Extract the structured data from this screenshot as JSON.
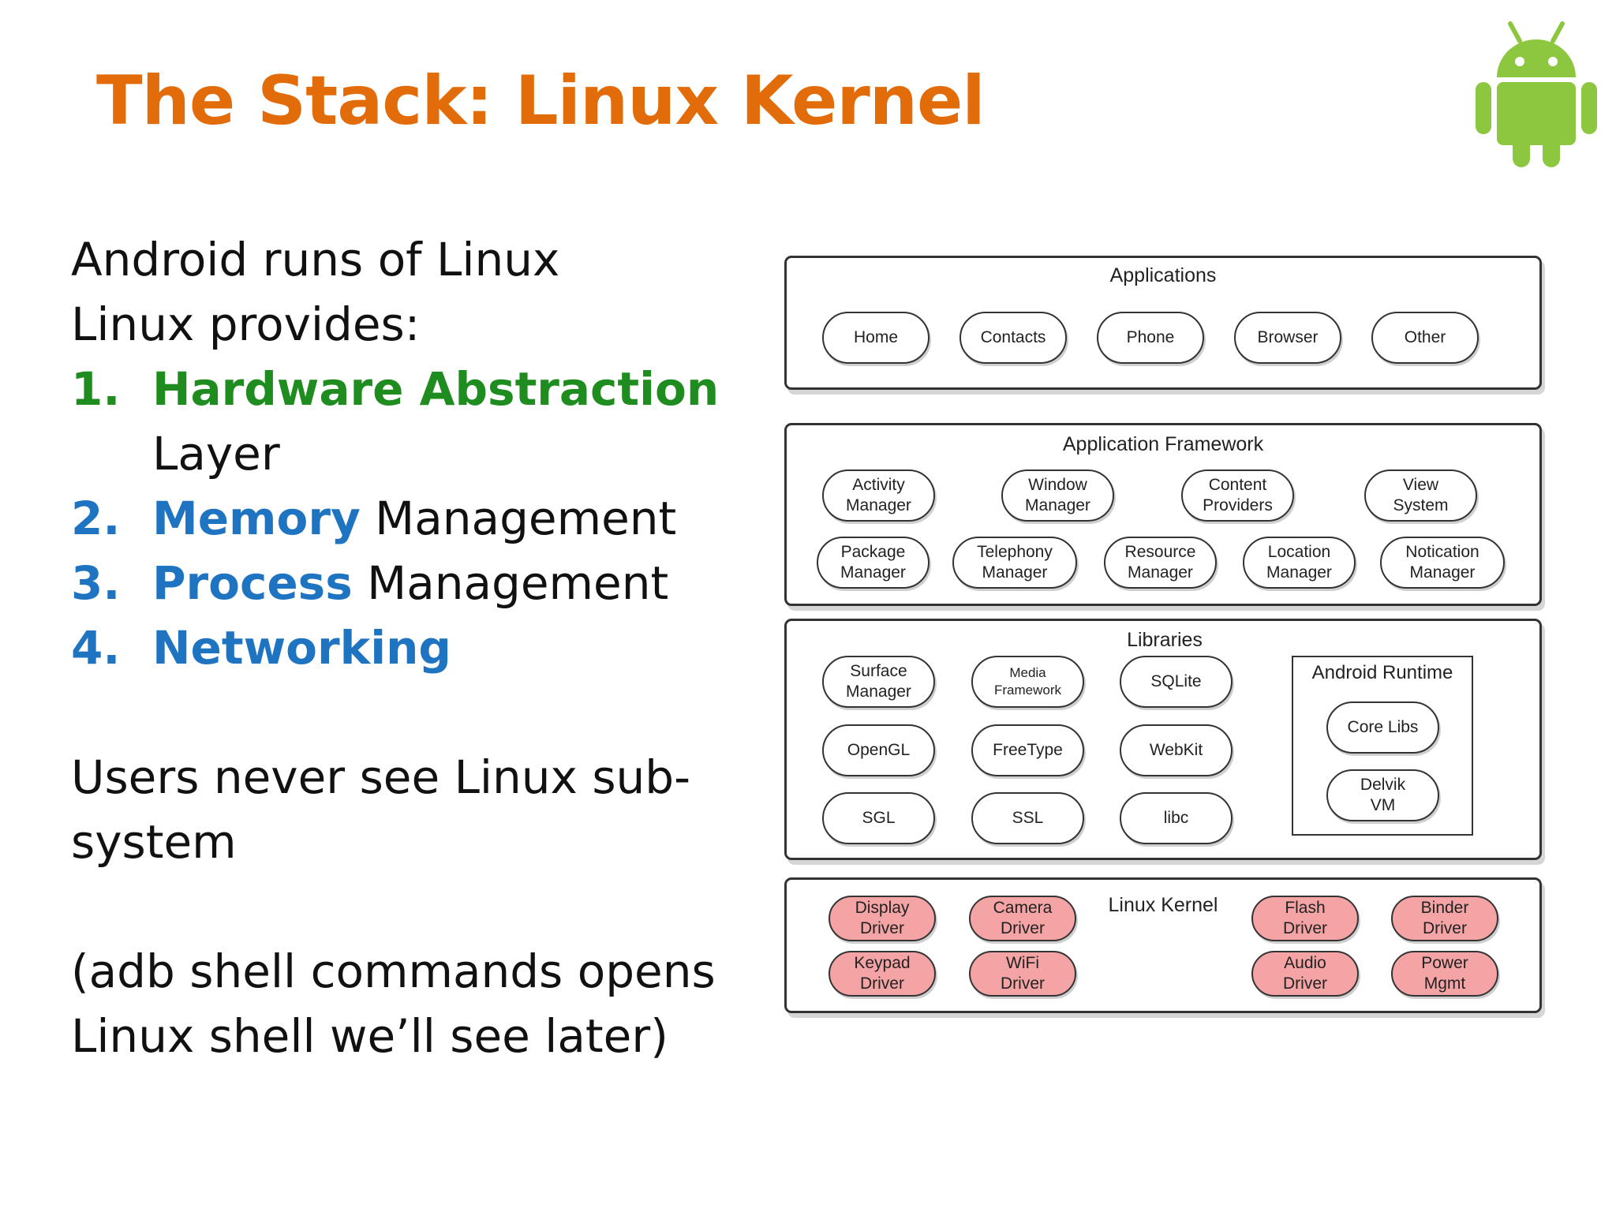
{
  "slide": {
    "title": "The Stack: Linux Kernel",
    "lines": [
      "Android runs of Linux",
      "Linux provides:"
    ],
    "list": [
      {
        "number": "1.",
        "keyword": "Hardware Abstraction",
        "rest": "",
        "continuation": "Layer"
      },
      {
        "number": "2.",
        "keyword": "Memory",
        "rest": " Management"
      },
      {
        "number": "3.",
        "keyword": "Process",
        "rest": " Management"
      },
      {
        "number": "4.",
        "keyword": "Networking",
        "rest": ""
      }
    ],
    "para2": [
      "Users never see Linux sub-",
      "system"
    ],
    "para3": [
      "(adb shell commands opens",
      "Linux shell we’ll see later)"
    ],
    "logo_icon": "android-robot-icon",
    "colors": {
      "title": "#e36c0a",
      "green": "#1e8c1e",
      "blue": "#1f74c2",
      "android": "#8dc63f",
      "driver": "#f4a4a4"
    }
  },
  "diagram": {
    "applications": {
      "title": "Applications",
      "items": [
        "Home",
        "Contacts",
        "Phone",
        "Browser",
        "Other"
      ]
    },
    "framework": {
      "title": "Application Framework",
      "row1": [
        "Activity\nManager",
        "Window\nManager",
        "Content\nProviders",
        "View\nSystem"
      ],
      "row2": [
        "Package\nManager",
        "Telephony\nManager",
        "Resource\nManager",
        "Location\nManager",
        "Notication\nManager"
      ]
    },
    "libraries": {
      "title": "Libraries",
      "items": [
        "Surface\nManager",
        "Media\nFramework",
        "SQLite",
        "OpenGL",
        "FreeType",
        "WebKit",
        "SGL",
        "SSL",
        "libc"
      ],
      "runtime": {
        "title": "Android Runtime",
        "items": [
          "Core Libs",
          "Delvik\nVM"
        ]
      }
    },
    "kernel": {
      "title": "Linux Kernel",
      "items": [
        "Display\nDriver",
        "Camera\nDriver",
        "Keypad\nDriver",
        "WiFi\nDriver",
        "Flash\nDriver",
        "Binder\nDriver",
        "Audio\nDriver",
        "Power\nMgmt"
      ]
    }
  }
}
